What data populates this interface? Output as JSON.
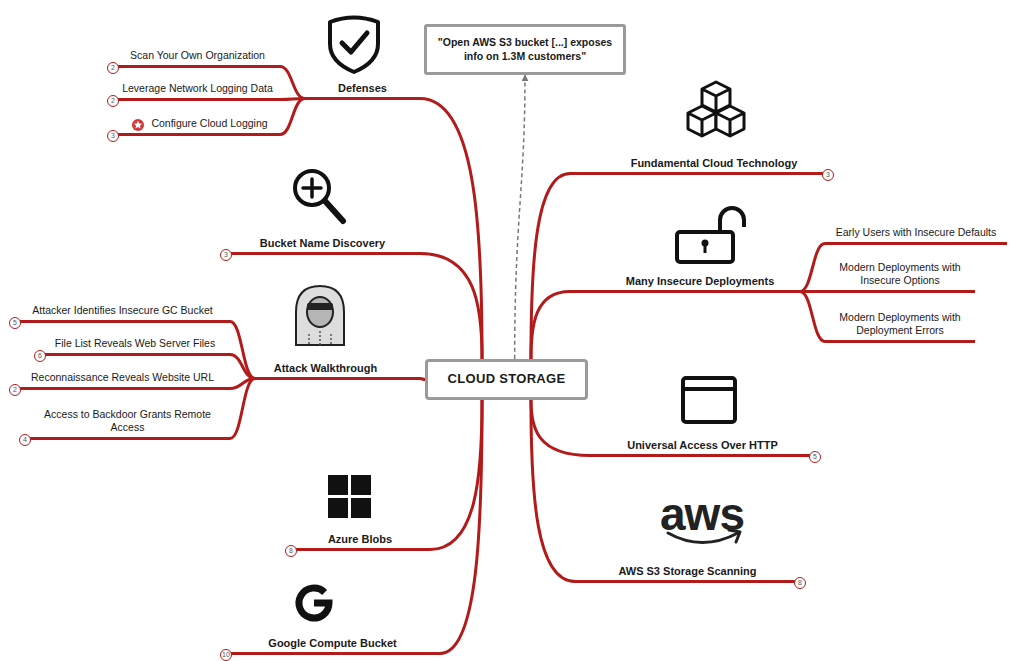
{
  "diagram": {
    "nodes": [
      {
        "text": [
          "CLOUD STORAGE"
        ]
      },
      {
        "text": [
          "\"Open AWS S3 bucket [...] exposes info on 1.3M customers\""
        ]
      },
      {
        "text": [
          "Defenses"
        ]
      },
      {
        "text": [
          "Scan Your Own Organization"
        ]
      },
      {
        "text": [
          "Leverage Network Logging Data"
        ]
      },
      {
        "text": [
          "Configure Cloud Logging"
        ]
      },
      {
        "text": [
          "Bucket Name Discovery"
        ]
      },
      {
        "text": [
          "Attack Walkthrough"
        ]
      },
      {
        "text": [
          "Attacker Identifies Insecure GC Bucket"
        ]
      },
      {
        "text": [
          "File List Reveals Web Server Files"
        ]
      },
      {
        "text": [
          "Reconnaissance Reveals Website URL"
        ]
      },
      {
        "text": [
          "Access to Backdoor Grants Remote Access"
        ]
      },
      {
        "text": [
          "Azure Blobs"
        ]
      },
      {
        "text": [
          "Google Compute Bucket"
        ]
      },
      {
        "text": [
          "Fundamental Cloud Technology"
        ]
      },
      {
        "text": [
          "Many Insecure Deployments"
        ]
      },
      {
        "text": [
          "Early Users with Insecure Defaults"
        ]
      },
      {
        "text": [
          "Modern Deployments with Insecure Options"
        ]
      },
      {
        "text": [
          "Modern Deployments with Deployment Errors"
        ]
      },
      {
        "text": [
          "Universal Access Over HTTP"
        ]
      },
      {
        "text": [
          "AWS S3 Storage Scanning"
        ]
      }
    ],
    "edges": [
      {
        "from": 0,
        "to": 1,
        "arrow": "to"
      },
      {
        "from": 0,
        "to": 2,
        "arrow": "none"
      },
      {
        "from": 0,
        "to": 6,
        "arrow": "none"
      },
      {
        "from": 0,
        "to": 7,
        "arrow": "none"
      },
      {
        "from": 0,
        "to": 12,
        "arrow": "none"
      },
      {
        "from": 0,
        "to": 13,
        "arrow": "none"
      },
      {
        "from": 0,
        "to": 14,
        "arrow": "none"
      },
      {
        "from": 0,
        "to": 15,
        "arrow": "none"
      },
      {
        "from": 0,
        "to": 19,
        "arrow": "none"
      },
      {
        "from": 0,
        "to": 20,
        "arrow": "none"
      },
      {
        "from": 2,
        "to": 3,
        "arrow": "none"
      },
      {
        "from": 2,
        "to": 4,
        "arrow": "none"
      },
      {
        "from": 2,
        "to": 5,
        "arrow": "none"
      },
      {
        "from": 7,
        "to": 8,
        "arrow": "none"
      },
      {
        "from": 7,
        "to": 9,
        "arrow": "none"
      },
      {
        "from": 7,
        "to": 10,
        "arrow": "none"
      },
      {
        "from": 7,
        "to": 11,
        "arrow": "none"
      },
      {
        "from": 15,
        "to": 16,
        "arrow": "none"
      },
      {
        "from": 15,
        "to": 17,
        "arrow": "none"
      },
      {
        "from": 15,
        "to": 18,
        "arrow": "none"
      }
    ],
    "labels": [
      "2",
      "2",
      "3",
      "3",
      "5",
      "6",
      "2",
      "4",
      "8",
      "10",
      "3",
      "5",
      "8",
      "aws"
    ]
  }
}
